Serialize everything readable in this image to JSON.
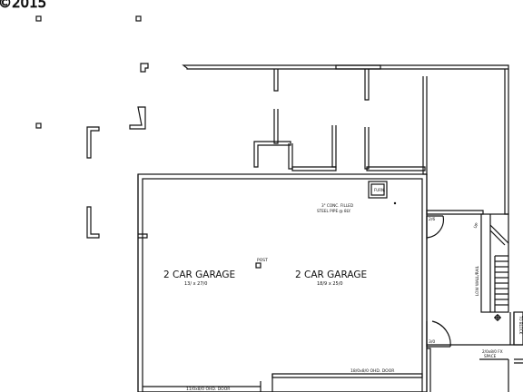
{
  "watermark": "©2015",
  "rooms": [
    {
      "name": "2 CAR GARAGE",
      "dims": "13/ x 27/0"
    },
    {
      "name": "2 CAR GARAGE",
      "dims": "18/9 x 25/0"
    }
  ],
  "labels": {
    "post": "POST",
    "furn": "FURN.",
    "steel_pipe_line1": "3\" CONC. FILLED",
    "steel_pipe_line2": "STEEL PIPE @ 8LY.",
    "door_left": "11/0x8/0 OHD. DOOR",
    "door_right": "18/0x8/0 OHD. DOOR",
    "door_2_6": "2/6",
    "door_3_0": "3/0",
    "low_wall": "LOW WALL/RAIL",
    "up": "UP",
    "x_label": "2/0x8/0 FX",
    "x_sub": "SPACE",
    "side_note": "TO BLOCK"
  }
}
